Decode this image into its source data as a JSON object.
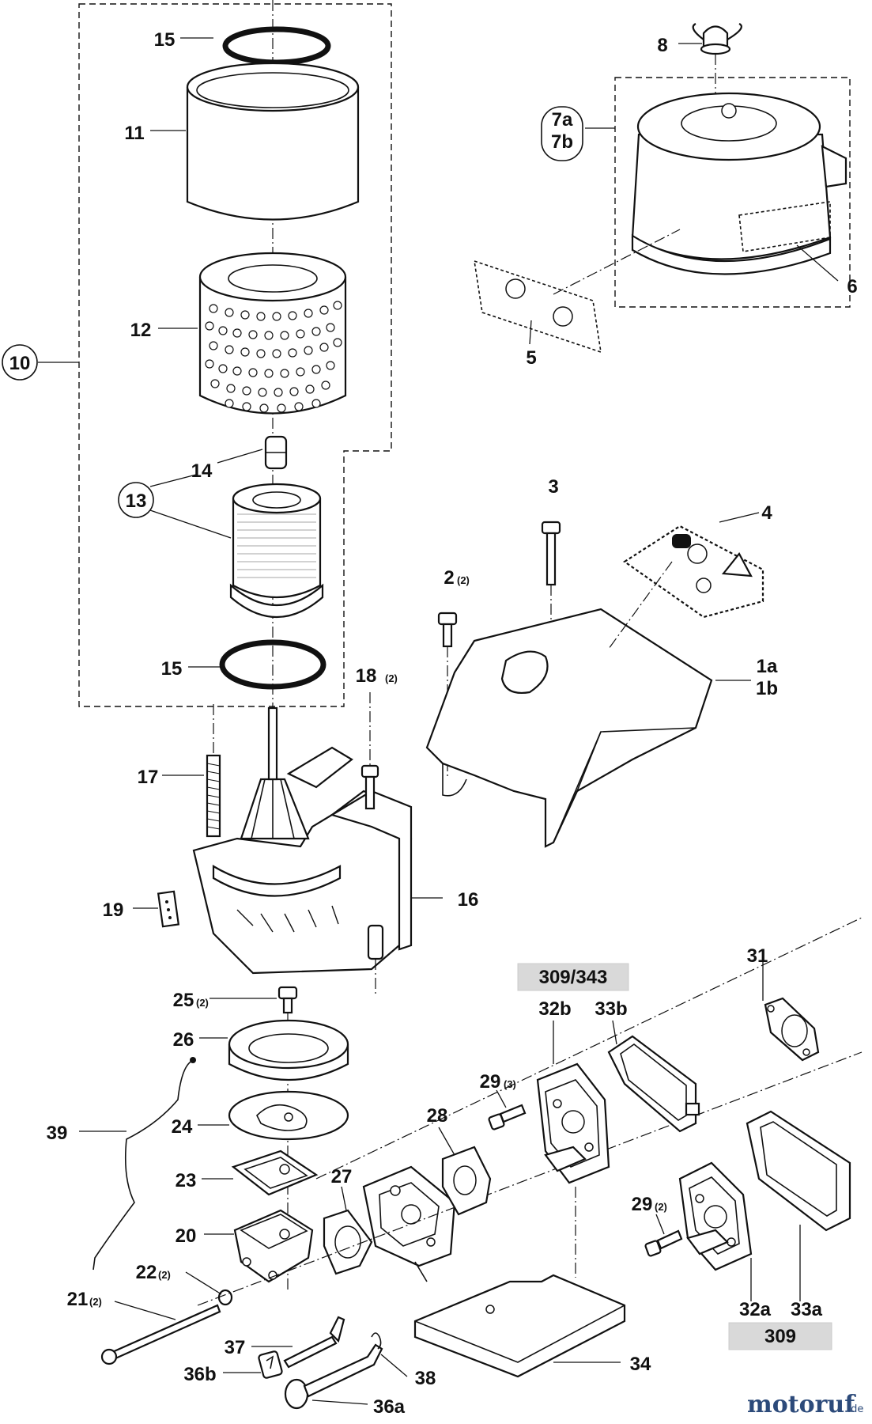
{
  "labels": {
    "l1ab_a": "1a",
    "l1ab_b": "1b",
    "l2": "2",
    "l2s": "(2)",
    "l3": "3",
    "l4": "4",
    "l5": "5",
    "l6": "6",
    "l7a": "7a",
    "l7b": "7b",
    "l8": "8",
    "l10": "10",
    "l11": "11",
    "l12": "12",
    "l13": "13",
    "l14": "14",
    "l15a": "15",
    "l15b": "15",
    "l16": "16",
    "l17": "17",
    "l18": "18",
    "l18s": "(2)",
    "l19": "19",
    "l20": "20",
    "l21": "21",
    "l21s": "(2)",
    "l22": "22",
    "l22s": "(2)",
    "l23": "23",
    "l24": "24",
    "l25": "25",
    "l25s": "(2)",
    "l26": "26",
    "l27": "27",
    "l28": "28",
    "l29a": "29",
    "l29as": "(3)",
    "l29b": "29",
    "l29bs": "(2)",
    "l31": "31",
    "l32a": "32a",
    "l32b": "32b",
    "l33a": "33a",
    "l33b": "33b",
    "l34": "34",
    "l36a": "36a",
    "l36b": "36b",
    "l37": "37",
    "l38": "38",
    "l39": "39"
  },
  "groups": {
    "g309_343": "309/343",
    "g309": "309"
  },
  "watermark": {
    "brand_main": "motoruf",
    "brand_tld": ".de"
  },
  "colors": {
    "line": "#111111",
    "background": "#ffffff",
    "group_box": "#d9d9d9",
    "brand_red": "#c0392b",
    "brand_blue": "#2c4a7a"
  }
}
